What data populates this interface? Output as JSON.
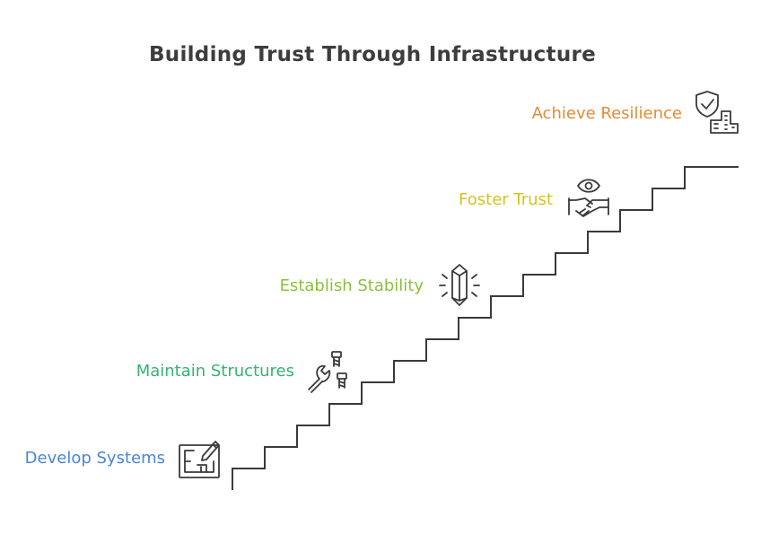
{
  "title": "Building Trust Through Infrastructure",
  "steps": [
    {
      "label": "Develop Systems",
      "color": "#4a86d4",
      "icon": "blueprint-icon"
    },
    {
      "label": "Maintain Structures",
      "color": "#34b36f",
      "icon": "wrench-bolts-icon"
    },
    {
      "label": "Establish Stability",
      "color": "#8cbf3a",
      "icon": "crystal-icon"
    },
    {
      "label": "Foster Trust",
      "color": "#d4c41c",
      "icon": "handshake-eye-icon"
    },
    {
      "label": "Achieve Resilience",
      "color": "#e58a36",
      "icon": "shield-building-icon"
    }
  ]
}
